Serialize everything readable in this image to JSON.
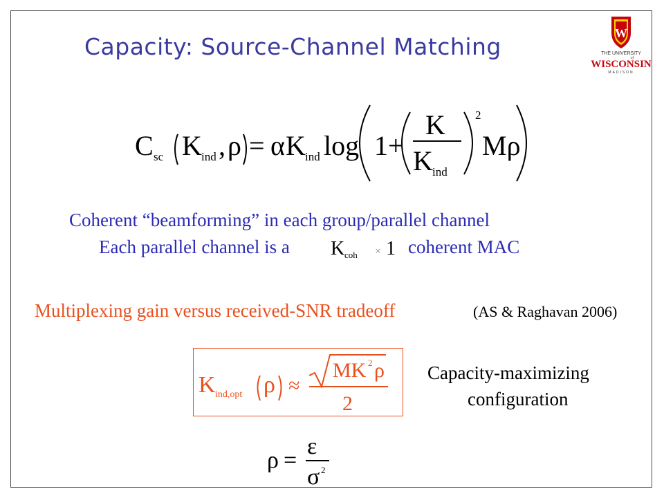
{
  "slide": {
    "title": "Capacity: Source-Channel Matching",
    "logo": {
      "icon": "uw-crest-icon",
      "line1": "THE UNIVERSITY",
      "line2": "of",
      "line3": "WISCONSIN",
      "line4": "MADISON",
      "colors": {
        "crest": "#c5050c",
        "shield": "#ffd200"
      }
    },
    "equation_capacity": {
      "lhs_main": "C",
      "lhs_sub": "sc",
      "arg_K": "K",
      "arg_K_sub": "ind",
      "arg_sep": ",",
      "arg_rho": "ρ",
      "equals": "=",
      "alpha": "α",
      "K": "K",
      "K_sub": "ind",
      "log": "log",
      "one_plus": "1+",
      "frac_num": "K",
      "frac_den": "K",
      "frac_den_sub": "ind",
      "power": "2",
      "tail": "Mρ"
    },
    "line1": "Coherent “beamforming” in each group/parallel channel",
    "line2_prefix": "Each parallel channel is a",
    "line2_math_K": "K",
    "line2_math_sub": "coh",
    "line2_math_times": "×",
    "line2_math_one": "1",
    "line2_suffix": "coherent MAC",
    "tradeoff": "Multiplexing gain versus received-SNR tradeoff",
    "citation": "(AS & Raghavan 2006)",
    "equation_opt": {
      "K": "K",
      "K_sub": "ind,opt",
      "arg_rho": "ρ",
      "approx": "≈",
      "sqrt_content": "MK",
      "sqrt_power": "2",
      "sqrt_rho": "ρ",
      "denominator": "2"
    },
    "caption_line1": "Capacity-maximizing",
    "caption_line2": "configuration",
    "equation_rho": {
      "rho": "ρ",
      "equals": "=",
      "numerator": "ε",
      "denominator": "σ",
      "den_power": "2"
    },
    "colors": {
      "title": "#3a3aa0",
      "blue_text": "#2b2bb5",
      "red_text": "#e8501e"
    }
  }
}
